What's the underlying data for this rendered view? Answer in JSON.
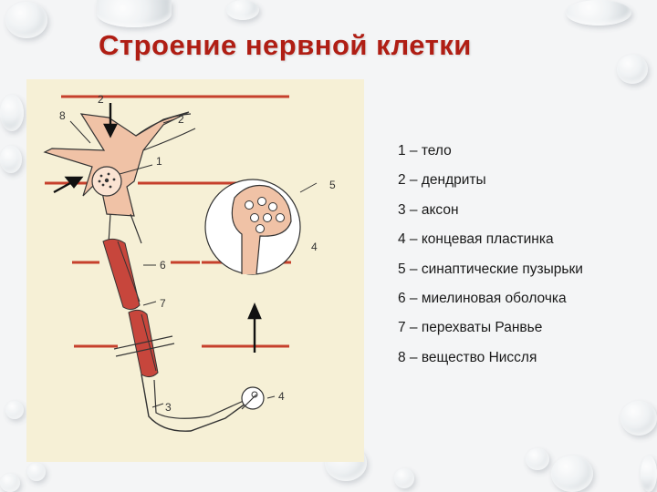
{
  "slide": {
    "title": "Строение нервной клетки"
  },
  "figure": {
    "callouts": {
      "c8": "8",
      "c2a": "2",
      "c2b": "2",
      "c1": "1",
      "c5": "5",
      "c4a": "4",
      "c6": "6",
      "c7": "7",
      "c3": "3",
      "c4b": "4"
    }
  },
  "legend": {
    "items": [
      "1 – тело",
      "2 – дендриты",
      "3 – аксон",
      "4 – концевая пластинка",
      "5 – синаптические пузырьки",
      "6 – миелиновая оболочка",
      "7 – перехваты Ранвье",
      "8 – вещество Ниссля"
    ]
  },
  "colors": {
    "title": "#b01e14",
    "figure_background": "#f6f0d6",
    "cell_fill": "#f0c2a6",
    "myelin": "#c7463c",
    "guide_lines": "#c6402c"
  }
}
